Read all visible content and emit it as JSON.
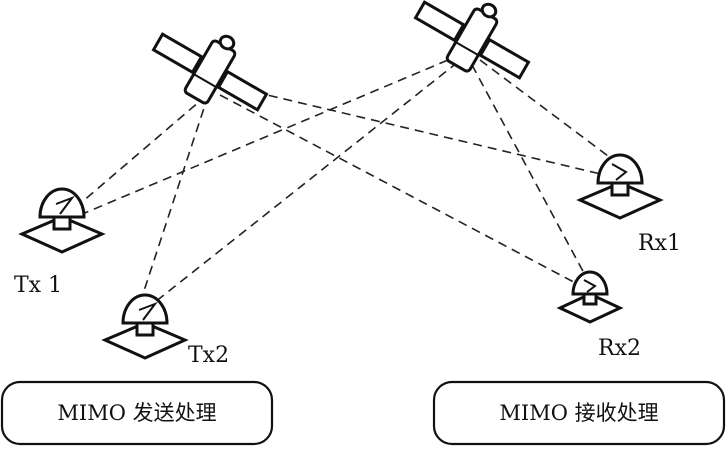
{
  "nodes": {
    "tx1": {
      "label": "Tx 1"
    },
    "tx2": {
      "label": "Tx2"
    },
    "rx1": {
      "label": "Rx1"
    },
    "rx2": {
      "label": "Rx2"
    }
  },
  "boxes": {
    "transmit": {
      "label": "MIMO 发送处理"
    },
    "receive": {
      "label": "MIMO 接收处理"
    }
  }
}
